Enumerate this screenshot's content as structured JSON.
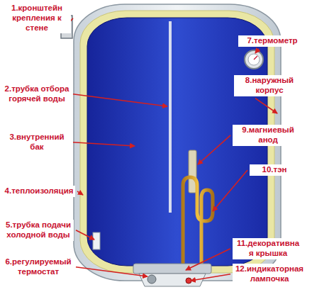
{
  "diagram": {
    "labels": [
      "1.кронштейн крепления к стене",
      "7.термометр",
      "2.трубка отбора горячей воды",
      "8.наружный корпус",
      "3.внутренний бак",
      "9.магниевый анод",
      "10.тэн",
      "4.теплоизоляция",
      "5.трубка подачи холодной воды",
      "6.регулируемый термостат",
      "11.декоративна я крышка",
      "12.индикаторная лампочка"
    ]
  }
}
